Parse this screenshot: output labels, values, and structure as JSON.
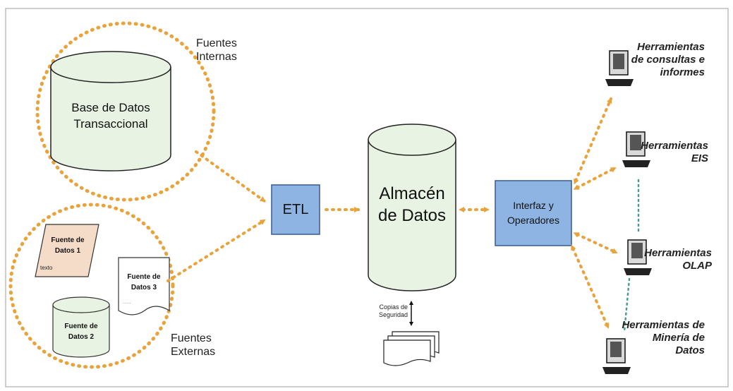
{
  "sources": {
    "internal_label": [
      "Fuentes",
      "Internas"
    ],
    "external_label": [
      "Fuentes",
      "Externas"
    ],
    "transactional_db": [
      "Base de Datos",
      "Transaccional"
    ],
    "source1": [
      "Fuente de",
      "Datos 1"
    ],
    "source1_note": "texto",
    "source2": [
      "Fuente de",
      "Datos 2"
    ],
    "source3": [
      "Fuente de",
      "Datos 3"
    ],
    "source3_note": "......"
  },
  "etl": "ETL",
  "warehouse": [
    "Almacén",
    "de Datos"
  ],
  "backup": [
    "Copias de",
    "Seguridad"
  ],
  "interface": [
    "Interfaz y",
    "Operadores"
  ],
  "tools": [
    {
      "lines": [
        "Herramientas",
        "de consultas e",
        "informes"
      ]
    },
    {
      "lines": [
        "Herramientas",
        "EIS"
      ]
    },
    {
      "lines": [
        "Herramientas",
        "OLAP"
      ]
    },
    {
      "lines": [
        "Herramientas de",
        "Minería de",
        "Datos"
      ]
    }
  ],
  "colors": {
    "dotted_orange": "#E8A33C",
    "box_blue": "#8DB4E2",
    "box_border": "#3A5A8C",
    "cylinder_fill": "#E8F3E3",
    "source1_fill": "#F5DCC8",
    "teal_dots": "#4A9A90",
    "frame": "#BDBDBD"
  }
}
